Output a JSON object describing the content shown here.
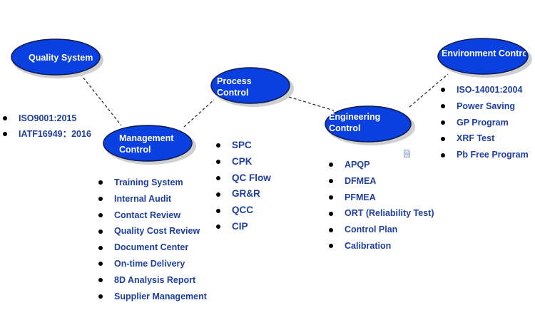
{
  "nodes": {
    "quality_system": {
      "label": "Quality System"
    },
    "management_control": {
      "line1": "Management",
      "line2": "Control"
    },
    "process_control": {
      "line1": "Process",
      "line2": "Control"
    },
    "engineering_control": {
      "line1": "Engineering",
      "line2": "Control"
    },
    "environment_control": {
      "label": "Environment Control"
    }
  },
  "lists": {
    "quality_system": [
      "ISO9001:2015",
      "IATF16949：2016"
    ],
    "management_control": [
      "Training System",
      "Internal Audit",
      "Contact Review",
      "Quality Cost Review",
      "Document Center",
      "On-time Delivery",
      "8D Analysis Report",
      "Supplier Management"
    ],
    "process_control": [
      "SPC",
      "CPK",
      "QC Flow",
      "GR&R",
      "QCC",
      "CIP"
    ],
    "engineering_control": [
      "APQP",
      "DFMEA",
      "PFMEA",
      "ORT (Reliability Test)",
      "Control Plan",
      "Calibration"
    ],
    "environment_control": [
      "ISO-14001:2004",
      "Power Saving",
      "GP Program",
      "XRF Test",
      "Pb Free Program"
    ]
  },
  "colors": {
    "node_fill": "#0a3fe0",
    "node_shadow": "#cfcfcf",
    "node_outline": "#0d1a4a",
    "list_text": "#1f3fa0",
    "connector": "#222222"
  },
  "icons": {
    "small_doc": "document-icon"
  }
}
